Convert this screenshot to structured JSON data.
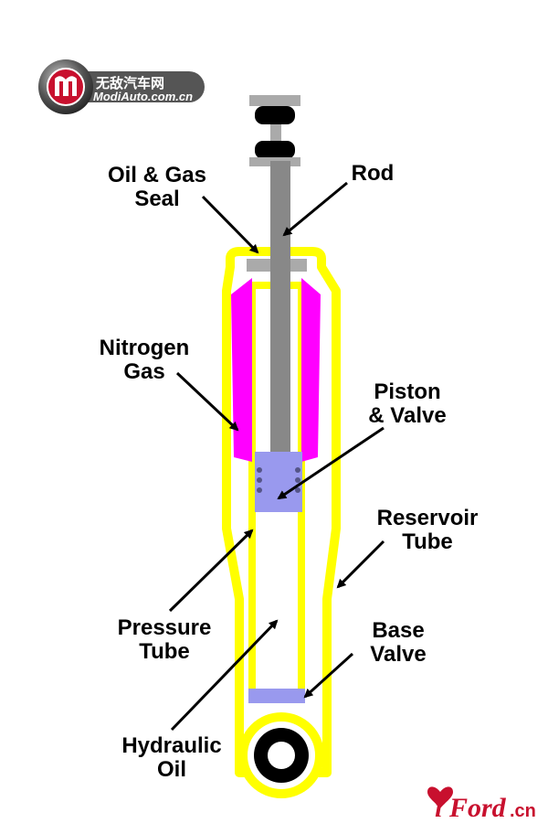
{
  "labels": {
    "oil_gas_seal_1": "Oil & Gas",
    "oil_gas_seal_2": "Seal",
    "rod": "Rod",
    "nitrogen_1": "Nitrogen",
    "nitrogen_2": "Gas",
    "piston_1": "Piston",
    "piston_2": "& Valve",
    "reservoir_1": "Reservoir",
    "reservoir_2": "Tube",
    "pressure_1": "Pressure",
    "pressure_2": "Tube",
    "base_1": "Base",
    "base_2": "Valve",
    "hydraulic_1": "Hydraulic",
    "hydraulic_2": "Oil"
  },
  "watermark": {
    "cn": "无敌汽车网",
    "en": "ModiAuto.com.cn"
  },
  "brand_mark": {
    "letter": "i",
    "word": "Ford",
    "suffix": ".cn"
  },
  "colors": {
    "tube_outline": "#ffff00",
    "nitrogen": "#ff00ff",
    "piston": "#9999ee",
    "rod": "#888888",
    "seal": "#aaaaaa",
    "bumper": "#000000",
    "brand": "#c8102e"
  }
}
